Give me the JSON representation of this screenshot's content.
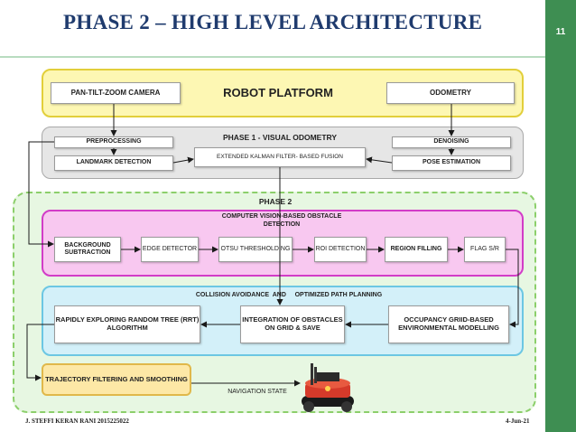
{
  "slide": {
    "title": "PHASE 2 – HIGH LEVEL ARCHITECTURE",
    "slide_number": "11",
    "author": "J. STEFFI KERAN RANI 2015225022",
    "date": "4-Jun-21"
  },
  "robot_platform": {
    "label": "ROBOT PLATFORM",
    "camera": "PAN-TILT-ZOOM  CAMERA",
    "odometry": "ODOMETRY"
  },
  "phase1": {
    "label": "PHASE  1   - VISUAL  ODOMETRY",
    "preprocessing": "PREPROCESSING",
    "landmark": "LANDMARK  DETECTION",
    "ekf": "EXTENDED  KALMAN FILTER- BASED FUSION",
    "denoising": "DENOISING",
    "pose": "POSE  ESTIMATION"
  },
  "phase2": {
    "label": "PHASE  2",
    "cv": {
      "label": "COMPUTER VISION-BASED OBSTACLE DETECTION",
      "background": "BACKGROUND SUBTRACTION",
      "edge": "EDGE DETECTOR",
      "otsu": "OTSU THRESHOLDING",
      "roi": "ROI DETECTION",
      "region": "REGION FILLING",
      "flag": "FLAG S/R"
    },
    "planning": {
      "label": "COLLISION AVOIDANCE  AND     OPTIMIZED PATH PLANNING",
      "rrt": "RAPIDLY EXPLORING RANDOM TREE (RRT) ALGORITHM",
      "integration": "INTEGRATION OF OBSTACLES ON GRID & SAVE",
      "occupancy": "OCCUPANCY GRIID-BASED ENVIRONMENTAL MODELLING"
    },
    "trajectory": "TRAJECTORY FILTERING AND SMOOTHING",
    "navigation_state": "NAVIGATION  STATE"
  },
  "colors": {
    "title": "#1f3b6e",
    "accent_green": "#3e8e52",
    "robot_fill": "#fdf7b3",
    "robot_border": "#e2cf3a",
    "phase1_fill": "#e6e6e6",
    "phase2_fill": "#e7f7e2",
    "phase2_border": "#8ccf6b",
    "cv_fill": "#f8c8f0",
    "cv_border": "#d23dc7",
    "plan_fill": "#d3f0f9",
    "plan_border": "#6cc7e3",
    "trajectory_fill": "#fde8a6",
    "trajectory_border": "#e0b84a"
  }
}
